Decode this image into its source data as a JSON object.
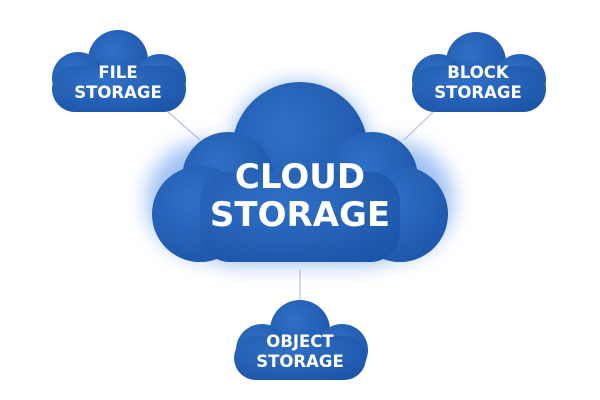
{
  "diagram": {
    "center": {
      "line1": "CLOUD",
      "line2": "STORAGE"
    },
    "nodes": {
      "file": {
        "line1": "FILE",
        "line2": "STORAGE"
      },
      "block": {
        "line1": "BLOCK",
        "line2": "STORAGE"
      },
      "object": {
        "line1": "OBJECT",
        "line2": "STORAGE"
      }
    },
    "colors": {
      "cloud_fill": "#2563b8",
      "cloud_edge": "#1f55a5",
      "glow": "#4f8de8",
      "connector": "#b7c4d6",
      "text": "#ffffff"
    }
  }
}
